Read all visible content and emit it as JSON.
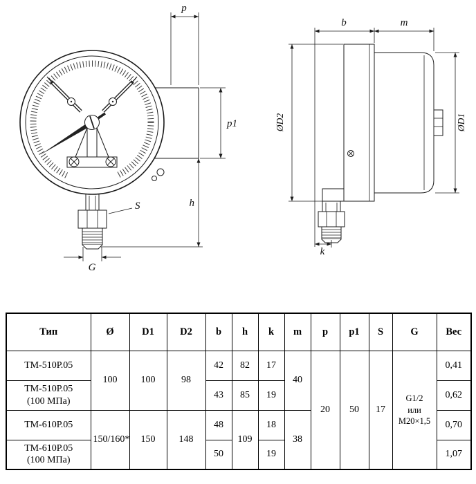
{
  "drawing": {
    "front": {
      "p": "p",
      "p1": "p1",
      "h": "h",
      "s": "S",
      "g": "G"
    },
    "side": {
      "b": "b",
      "m": "m",
      "k": "k",
      "d2": "ØD2",
      "d1": "ØD1"
    }
  },
  "table": {
    "headers": [
      "Тип",
      "Ø",
      "D1",
      "D2",
      "b",
      "h",
      "k",
      "m",
      "p",
      "p1",
      "S",
      "G",
      "Вес"
    ],
    "rows": [
      {
        "type1": "ТМ-510Р.05",
        "type2": "",
        "o": "100",
        "d1": "100",
        "d2": "98",
        "b": "42",
        "h": "82",
        "k": "17",
        "m": "40",
        "p": "20",
        "p1": "50",
        "s": "17",
        "g1": "G1/2",
        "g2": "или",
        "g3": "M20×1,5",
        "w": "0,41"
      },
      {
        "type1": "ТМ-510Р.05",
        "type2": "(100 МПа)",
        "b": "43",
        "h": "85",
        "k": "19",
        "w": "0,62"
      },
      {
        "type1": "ТМ-610Р.05",
        "type2": "",
        "o": "150/160*",
        "d1": "150",
        "d2": "148",
        "b": "48",
        "h": "109",
        "k": "18",
        "m": "38",
        "w": "0,70"
      },
      {
        "type1": "ТМ-610Р.05",
        "type2": "(100 МПа)",
        "b": "50",
        "k": "19",
        "w": "1,07"
      }
    ]
  }
}
